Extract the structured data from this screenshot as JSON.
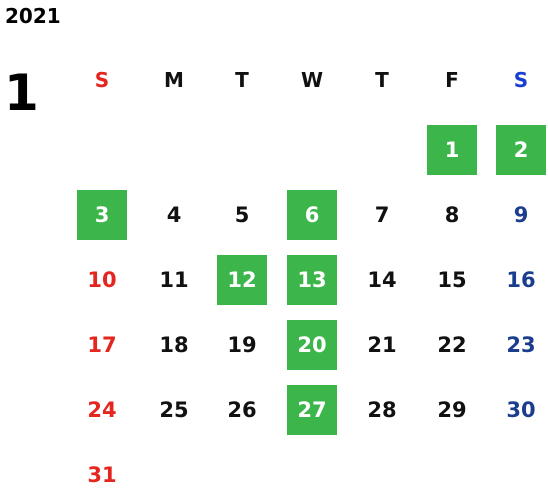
{
  "year": "2021",
  "month": "1",
  "weekdays": [
    "S",
    "M",
    "T",
    "W",
    "T",
    "F",
    "S"
  ],
  "first_weekday_index": 5,
  "days_in_month": 31,
  "highlighted_days": [
    1,
    2,
    3,
    6,
    12,
    13,
    20,
    27
  ],
  "colors": {
    "highlight": "#3cb54a",
    "sunday": "#e4261f",
    "saturday": "#1a3d8e",
    "saturday_header": "#1a3fd0",
    "weekday": "#111111"
  }
}
